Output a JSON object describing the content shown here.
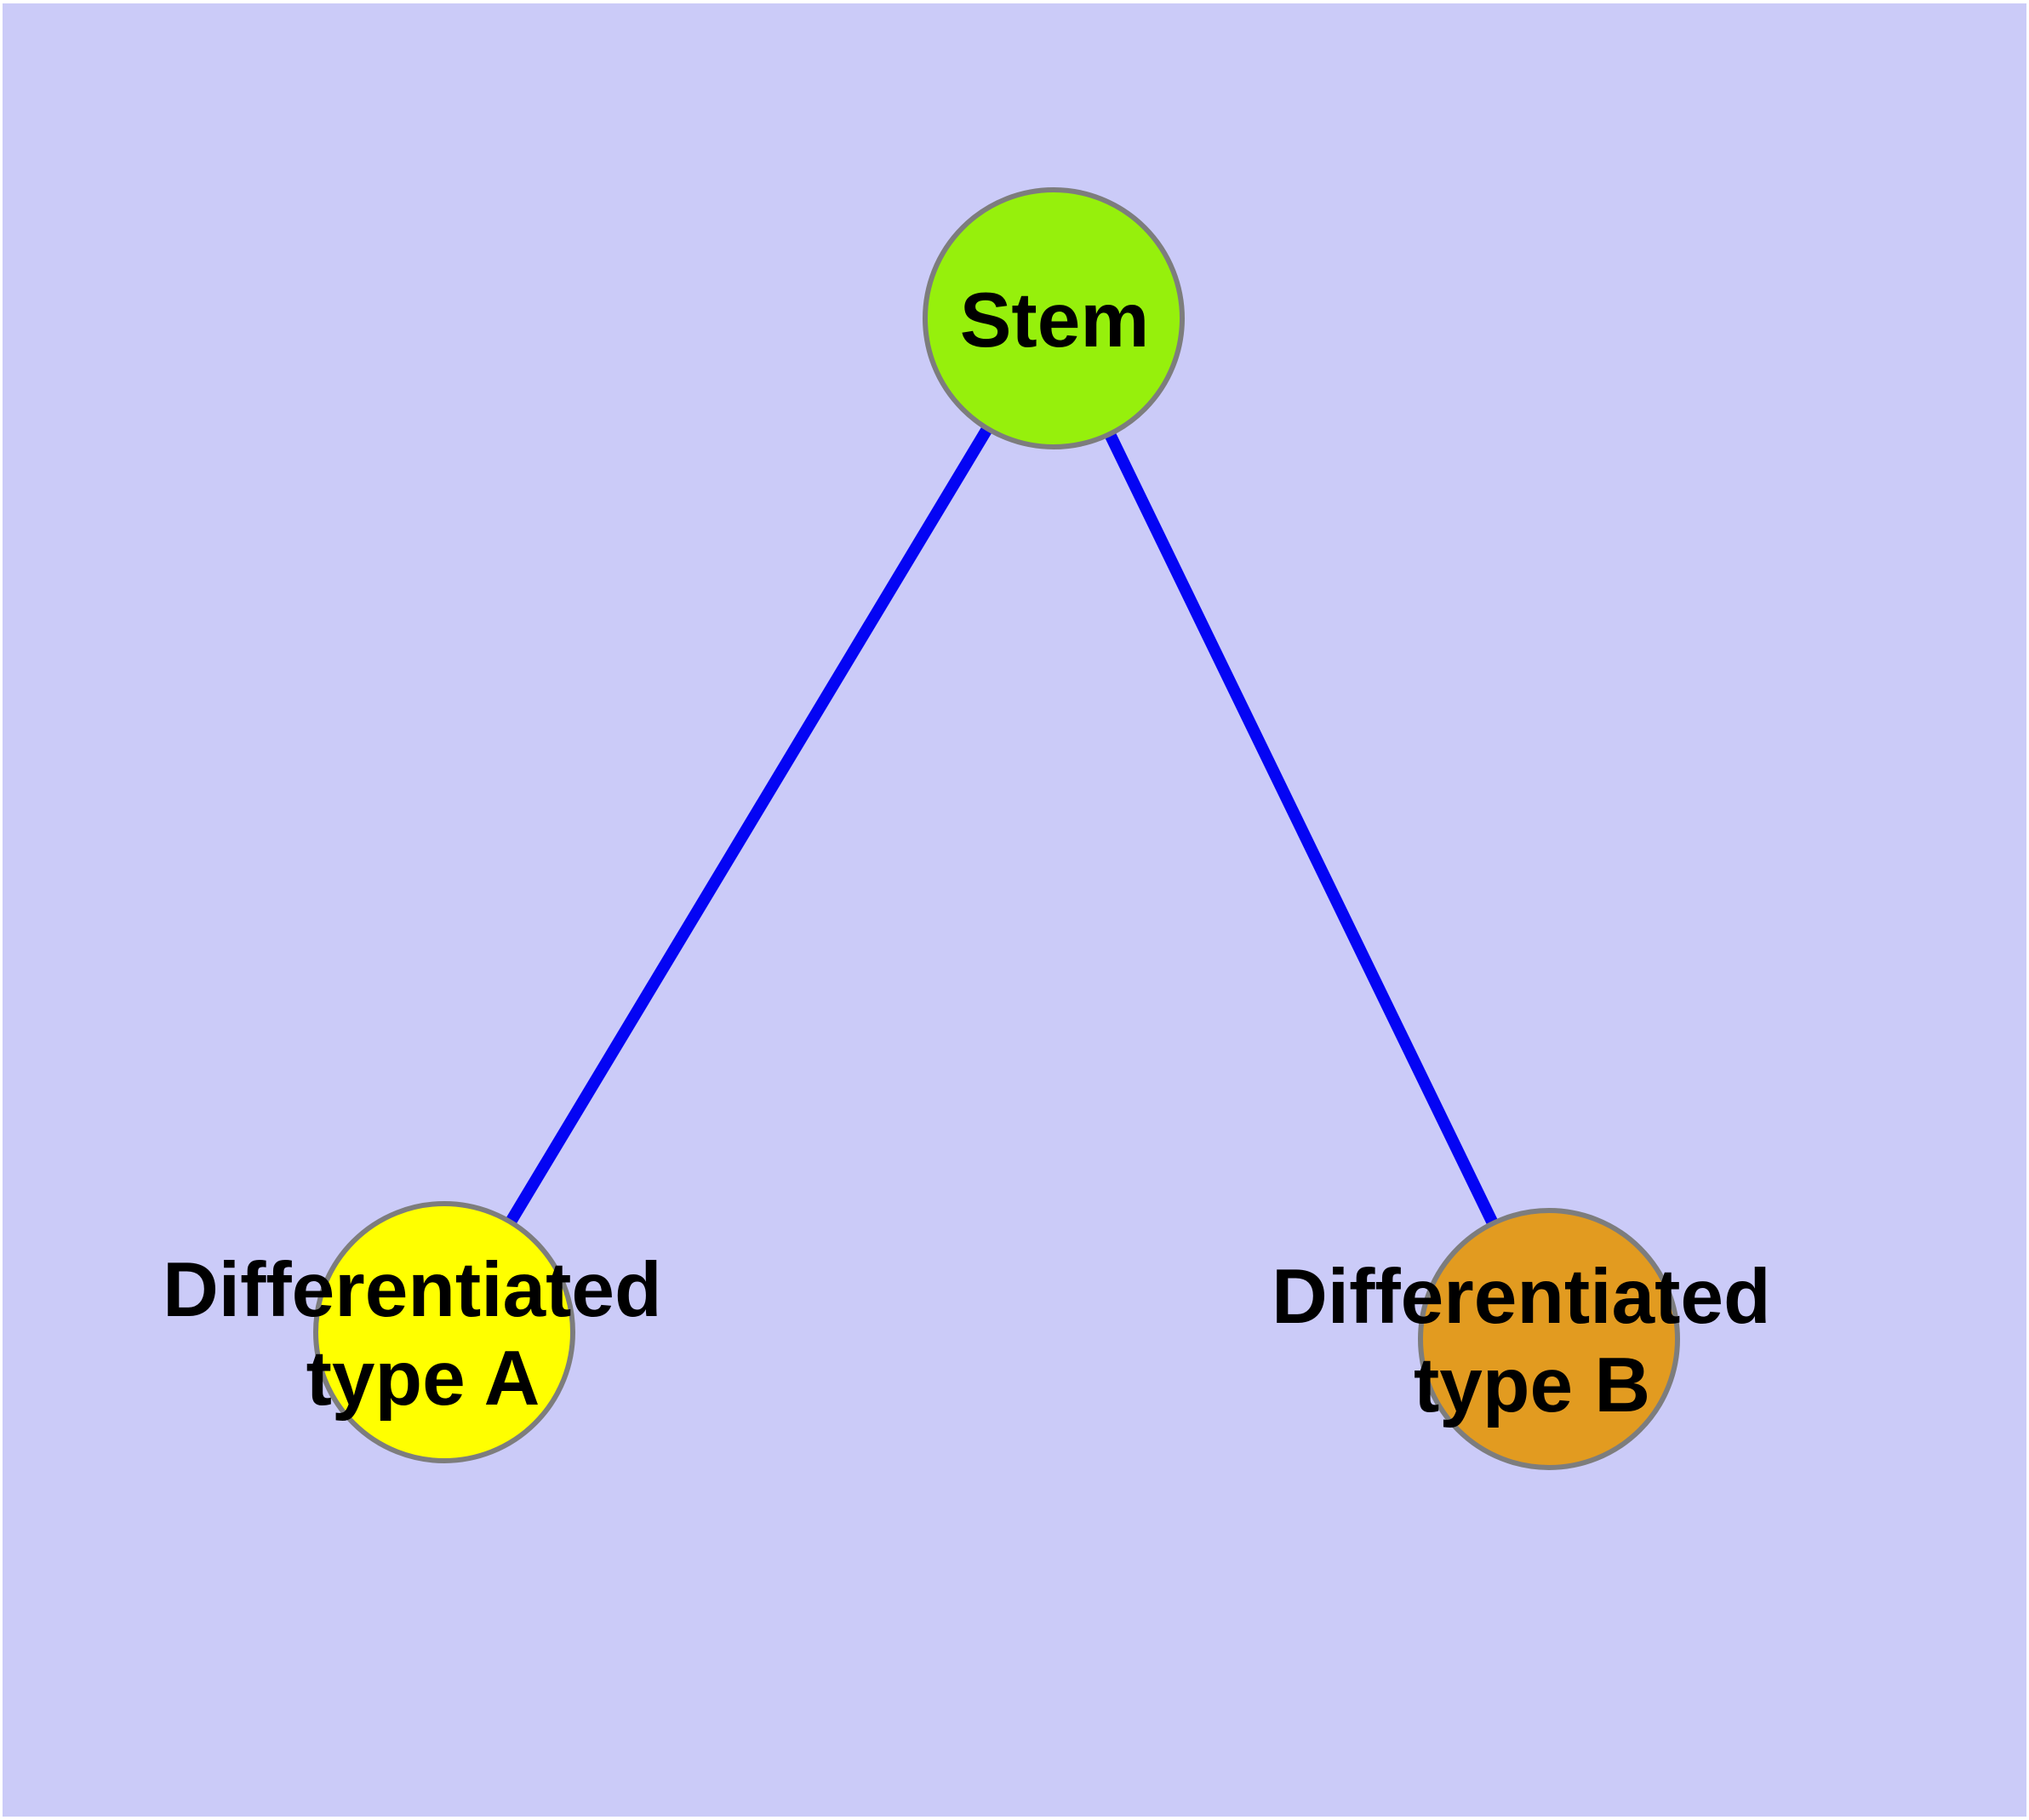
{
  "canvas": {
    "background_color": "#CBCBF8",
    "frame_color": "#FFFFFF"
  },
  "graph": {
    "description": "Stem cell differentiation diagram: one stem node branching to two differentiated cell type nodes",
    "edge_color": "#0404F4",
    "node_border_color": "#7D7D7D",
    "nodes": [
      {
        "id": "stem",
        "label": "Stem",
        "fill_color": "#96F00C"
      },
      {
        "id": "differentiated-type-a",
        "label": "Differentiated type A",
        "label_line1": "Differentiated",
        "label_line2": "type A",
        "fill_color": "#FFFF00"
      },
      {
        "id": "differentiated-type-b",
        "label": "Differentiated type B",
        "label_line1": "Differentiated",
        "label_line2": "type B",
        "fill_color": "#E29B20"
      }
    ],
    "edges": [
      {
        "from": "Stem",
        "to": "Differentiated type A"
      },
      {
        "from": "Stem",
        "to": "Differentiated type B"
      }
    ]
  }
}
